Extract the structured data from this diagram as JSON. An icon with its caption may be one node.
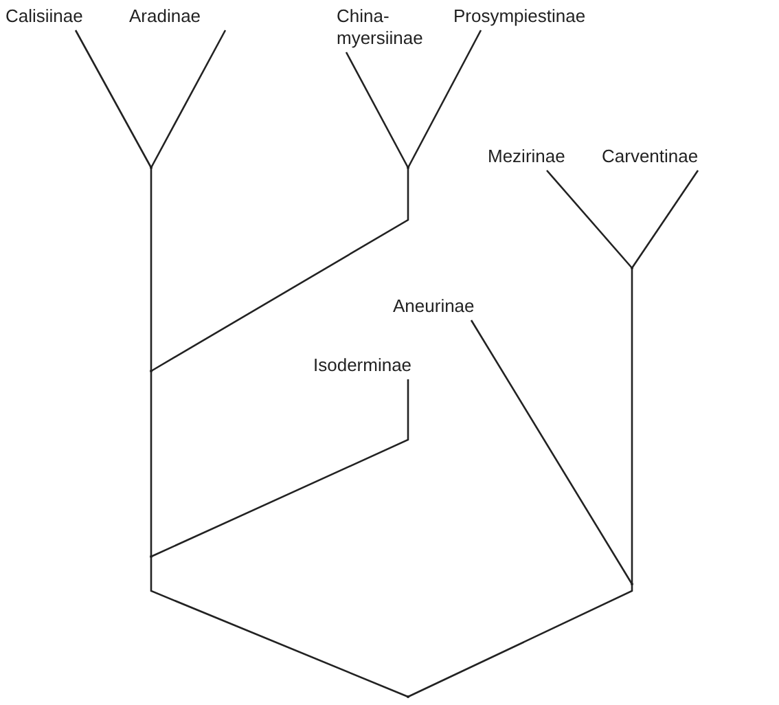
{
  "diagram": {
    "nodes": [
      {
        "text": [
          "Calisiinae"
        ]
      },
      {
        "text": [
          "Aradinae"
        ]
      },
      {
        "text": [
          "China- myersiinae"
        ]
      },
      {
        "text": [
          "Prosympiestinae"
        ]
      },
      {
        "text": [],
        "shape": "point"
      },
      {
        "text": [],
        "shape": "point"
      },
      {
        "text": [
          "Mezirinae"
        ]
      },
      {
        "text": [
          "Carventinae"
        ]
      },
      {
        "text": [],
        "shape": "point"
      },
      {
        "text": [
          "Aneurinae"
        ]
      },
      {
        "text": [],
        "shape": "point"
      },
      {
        "text": [
          "Isoderminae"
        ]
      },
      {
        "text": [],
        "shape": "point"
      },
      {
        "text": [],
        "shape": "point"
      },
      {
        "text": [],
        "shape": "point"
      }
    ],
    "edges": [
      {
        "from": 4,
        "to": 0,
        "arrow": "none"
      },
      {
        "from": 4,
        "to": 1,
        "arrow": "none"
      },
      {
        "from": 5,
        "to": 2,
        "arrow": "none"
      },
      {
        "from": 5,
        "to": 3,
        "arrow": "none"
      },
      {
        "from": 8,
        "to": 6,
        "arrow": "none"
      },
      {
        "from": 8,
        "to": 7,
        "arrow": "none"
      },
      {
        "from": 10,
        "to": 4,
        "arrow": "none"
      },
      {
        "from": 10,
        "to": 5,
        "arrow": "none"
      },
      {
        "from": 12,
        "to": 10,
        "arrow": "none"
      },
      {
        "from": 12,
        "to": 11,
        "arrow": "none"
      },
      {
        "from": 13,
        "to": 8,
        "arrow": "none"
      },
      {
        "from": 13,
        "to": 9,
        "arrow": "none"
      },
      {
        "from": 14,
        "to": 12,
        "arrow": "none"
      },
      {
        "from": 14,
        "to": 13,
        "arrow": "none"
      }
    ]
  }
}
